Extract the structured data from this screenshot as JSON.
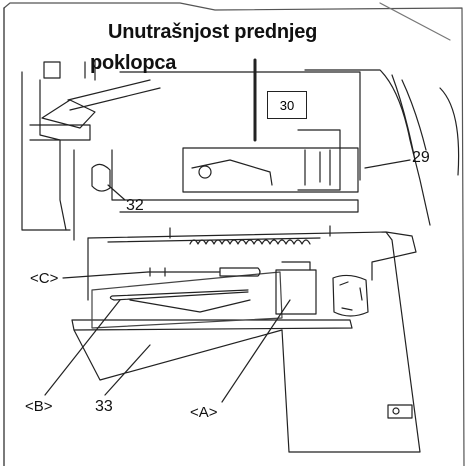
{
  "title_line1": "Unutrašnjost prednjeg",
  "title_line2": "poklopca",
  "callouts": {
    "n30": "30",
    "n29": "29",
    "n32": "32",
    "n33": "33",
    "c": "<C>",
    "b": "<B>",
    "a": "<A>"
  }
}
